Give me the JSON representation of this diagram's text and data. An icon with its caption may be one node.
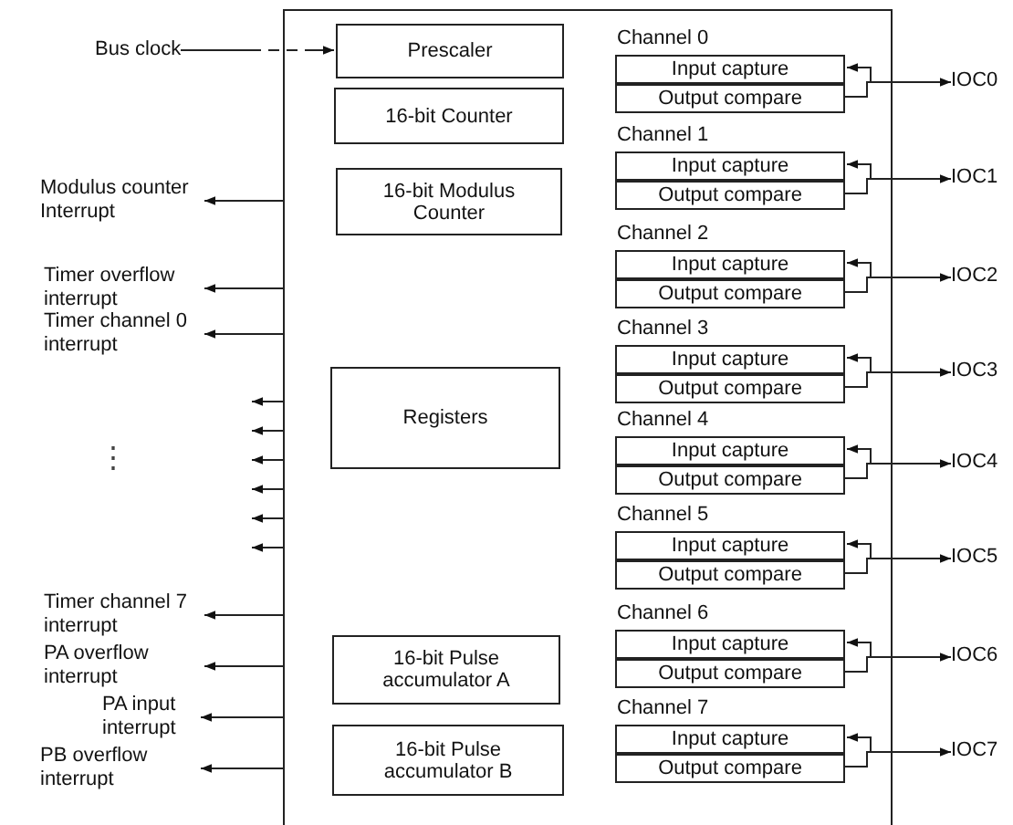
{
  "diagram": {
    "nodes": [
      {
        "text": [],
        "shape": "box"
      },
      {
        "text": [
          "Prescaler"
        ],
        "in": 0
      },
      {
        "text": [
          "16-bit Counter"
        ],
        "in": 0
      },
      {
        "text": [
          "16-bit Modulus Counter"
        ],
        "in": 0
      },
      {
        "text": [
          "Registers"
        ],
        "in": 0
      },
      {
        "text": [
          "16-bit Pulse accumulator A"
        ],
        "in": 0
      },
      {
        "text": [
          "16-bit Pulse accumulator B"
        ],
        "in": 0
      },
      {
        "text": [
          "Channel 0"
        ],
        "in": 0
      },
      {
        "text": [
          "Input capture"
        ],
        "in": 7
      },
      {
        "text": [
          "Output compare"
        ],
        "in": 7
      },
      {
        "text": [
          "Channel 1"
        ],
        "in": 0
      },
      {
        "text": [
          "Input capture"
        ],
        "in": 10
      },
      {
        "text": [
          "Output compare"
        ],
        "in": 10
      },
      {
        "text": [
          "Channel 2"
        ],
        "in": 0
      },
      {
        "text": [
          "Input capture"
        ],
        "in": 13
      },
      {
        "text": [
          "Output compare"
        ],
        "in": 13
      },
      {
        "text": [
          "Channel 3"
        ],
        "in": 0
      },
      {
        "text": [
          "Input capture"
        ],
        "in": 16
      },
      {
        "text": [
          "Output compare"
        ],
        "in": 16
      },
      {
        "text": [
          "Channel 4"
        ],
        "in": 0
      },
      {
        "text": [
          "Input capture"
        ],
        "in": 19
      },
      {
        "text": [
          "Output compare"
        ],
        "in": 19
      },
      {
        "text": [
          "Channel 5"
        ],
        "in": 0
      },
      {
        "text": [
          "Input capture"
        ],
        "in": 22
      },
      {
        "text": [
          "Output compare"
        ],
        "in": 22
      },
      {
        "text": [
          "Channel 6"
        ],
        "in": 0
      },
      {
        "text": [
          "Input capture"
        ],
        "in": 25
      },
      {
        "text": [
          "Output compare"
        ],
        "in": 25
      },
      {
        "text": [
          "Channel 7"
        ],
        "in": 0
      },
      {
        "text": [
          "Input capture"
        ],
        "in": 28
      },
      {
        "text": [
          "Output compare"
        ],
        "in": 28
      },
      {
        "text": [
          "Bus clock"
        ]
      },
      {
        "text": [
          "Modulus counter Interrupt"
        ]
      },
      {
        "text": [
          "Timer overflow interrupt"
        ]
      },
      {
        "text": [
          "Timer channel 0 interrupt"
        ]
      },
      {
        "text": [
          "Timer channel 7 interrupt"
        ]
      },
      {
        "text": [
          "PA overflow interrupt"
        ]
      },
      {
        "text": [
          "PA input interrupt"
        ]
      },
      {
        "text": [
          "PB overflow interrupt"
        ]
      },
      {
        "text": [
          "IOC0"
        ]
      },
      {
        "text": [
          "IOC1"
        ]
      },
      {
        "text": [
          "IOC2"
        ]
      },
      {
        "text": [
          "IOC3"
        ]
      },
      {
        "text": [
          "IOC4"
        ]
      },
      {
        "text": [
          "IOC5"
        ]
      },
      {
        "text": [
          "IOC6"
        ]
      },
      {
        "text": [
          "IOC7"
        ]
      }
    ],
    "edges": [
      {
        "from": 31,
        "to": 1,
        "arrow": "to",
        "style": "dashed"
      },
      {
        "from": 0,
        "to": 32,
        "arrow": "to"
      },
      {
        "from": 0,
        "to": 33,
        "arrow": "to"
      },
      {
        "from": 0,
        "to": 34,
        "arrow": "to"
      },
      {
        "from": 0,
        "to": null,
        "arrow": "to"
      },
      {
        "from": 0,
        "to": null,
        "arrow": "to"
      },
      {
        "from": 0,
        "to": null,
        "arrow": "to"
      },
      {
        "from": 0,
        "to": null,
        "arrow": "to"
      },
      {
        "from": 0,
        "to": null,
        "arrow": "to"
      },
      {
        "from": 0,
        "to": null,
        "arrow": "to"
      },
      {
        "from": 0,
        "to": 35,
        "arrow": "to"
      },
      {
        "from": 0,
        "to": 36,
        "arrow": "to"
      },
      {
        "from": 0,
        "to": 37,
        "arrow": "to"
      },
      {
        "from": 0,
        "to": 38,
        "arrow": "to"
      },
      {
        "from": 39,
        "to": 8,
        "arrow": "to"
      },
      {
        "from": 9,
        "to": 39,
        "arrow": "to"
      },
      {
        "from": 40,
        "to": 11,
        "arrow": "to"
      },
      {
        "from": 12,
        "to": 40,
        "arrow": "to"
      },
      {
        "from": 41,
        "to": 14,
        "arrow": "to"
      },
      {
        "from": 15,
        "to": 41,
        "arrow": "to"
      },
      {
        "from": 42,
        "to": 17,
        "arrow": "to"
      },
      {
        "from": 18,
        "to": 42,
        "arrow": "to"
      },
      {
        "from": 43,
        "to": 20,
        "arrow": "to"
      },
      {
        "from": 21,
        "to": 43,
        "arrow": "to"
      },
      {
        "from": 44,
        "to": 23,
        "arrow": "to"
      },
      {
        "from": 24,
        "to": 44,
        "arrow": "to"
      },
      {
        "from": 45,
        "to": 26,
        "arrow": "to"
      },
      {
        "from": 27,
        "to": 45,
        "arrow": "to"
      },
      {
        "from": 46,
        "to": 29,
        "arrow": "to"
      },
      {
        "from": 30,
        "to": 46,
        "arrow": "to"
      }
    ],
    "labels": [
      "⋮"
    ]
  }
}
